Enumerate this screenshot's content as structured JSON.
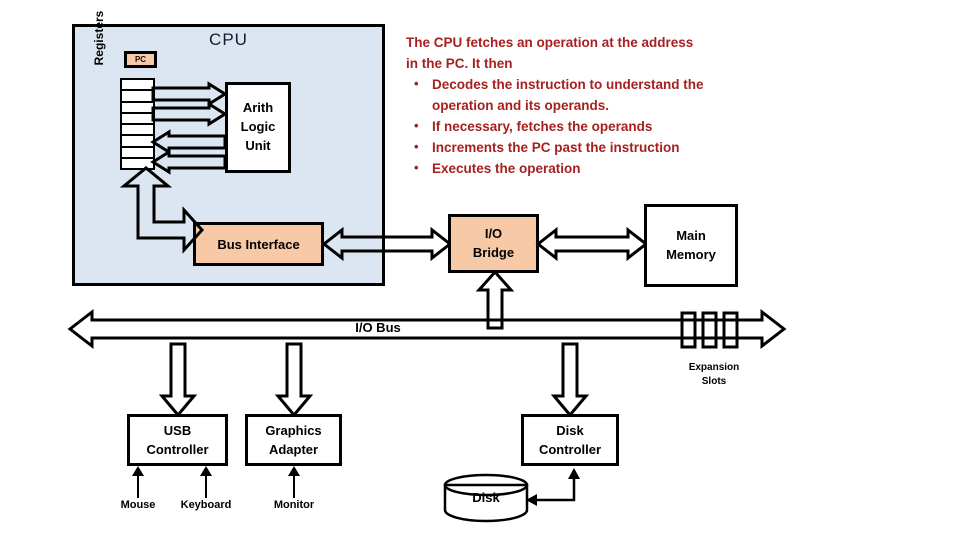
{
  "diagram": {
    "title": "Computer System Architecture",
    "colors": {
      "cpu_fill": "#dce6f2",
      "peach_fill": "#f7c9a7",
      "outline": "#000000",
      "narrative_text": "#a81f1f",
      "box_fill": "#ffffff"
    }
  },
  "cpu": {
    "title": "CPU",
    "pc_label": "PC",
    "registers_label": "Registers",
    "register_cell_count": 8,
    "alu": {
      "line1": "Arith",
      "line2": "Logic",
      "line3": "Unit"
    },
    "bus_interface_label": "Bus Interface"
  },
  "io_bridge": {
    "line1": "I/O",
    "line2": "Bridge"
  },
  "main_memory": {
    "line1": "Main",
    "line2": "Memory"
  },
  "io_bus": {
    "label": "I/O Bus",
    "expansion_slots_line1": "Expansion",
    "expansion_slots_line2": "Slots",
    "expansion_slot_count": 3
  },
  "devices": {
    "usb_controller": {
      "line1": "USB",
      "line2": "Controller"
    },
    "graphics_adapter": {
      "line1": "Graphics",
      "line2": "Adapter"
    },
    "disk_controller": {
      "line1": "Disk",
      "line2": "Controller"
    },
    "disk": "Disk"
  },
  "peripherals": {
    "mouse": "Mouse",
    "keyboard": "Keyboard",
    "monitor": "Monitor"
  },
  "narrative": {
    "lead_line1": "The CPU fetches an operation at the address",
    "lead_line2": "in the PC.  It then",
    "bullets": [
      "Decodes the instruction to understand the operation and its operands.",
      "If necessary, fetches the operands",
      "Increments the PC past the instruction",
      "Executes the operation"
    ]
  }
}
